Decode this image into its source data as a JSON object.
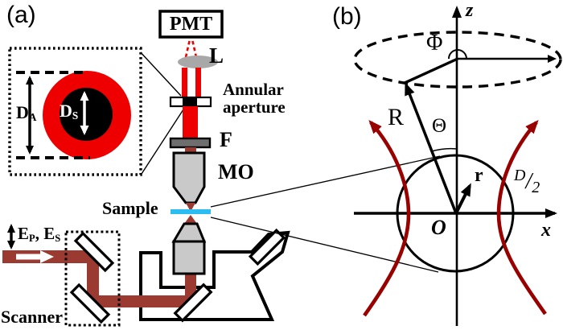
{
  "panel_a": {
    "label": "(a)",
    "pmt_label": "PMT",
    "lens_label": "L",
    "aperture_label_line1": "Annular",
    "aperture_label_line2": "aperture",
    "filter_label": "F",
    "objective_label": "MO",
    "sample_label": "Sample",
    "scanner_label": "Scanner",
    "input_beam_label": {
      "e1": "E",
      "sub1": "P",
      "e2": ", E",
      "sub2": "S"
    },
    "inset": {
      "outer_diameter": {
        "base": "D",
        "sub": "A"
      },
      "inner_diameter": {
        "base": "D",
        "sub": "S"
      }
    }
  },
  "panel_b": {
    "label": "(b)",
    "z_axis_label": "z",
    "x_axis_label": "x",
    "origin_label": "O",
    "sphere_radius_label": "R",
    "position_vector_label": "r",
    "polar_angle_label": "Θ",
    "azimuthal_angle_label": "Φ",
    "beam_diameter_label": {
      "numerator": "D",
      "slash": "/",
      "denominator": "2"
    }
  },
  "colors": {
    "bright_red": "#ee0000",
    "beam_maroon": "#9a3a30",
    "arrow_dark_red": "#990000",
    "sample_cyan": "#2bbdf2",
    "lens_gray": "#a8a8a8",
    "objective_gray": "#c9c9c9",
    "filter_gray": "#6e6e6e",
    "ink_black": "#000000"
  }
}
